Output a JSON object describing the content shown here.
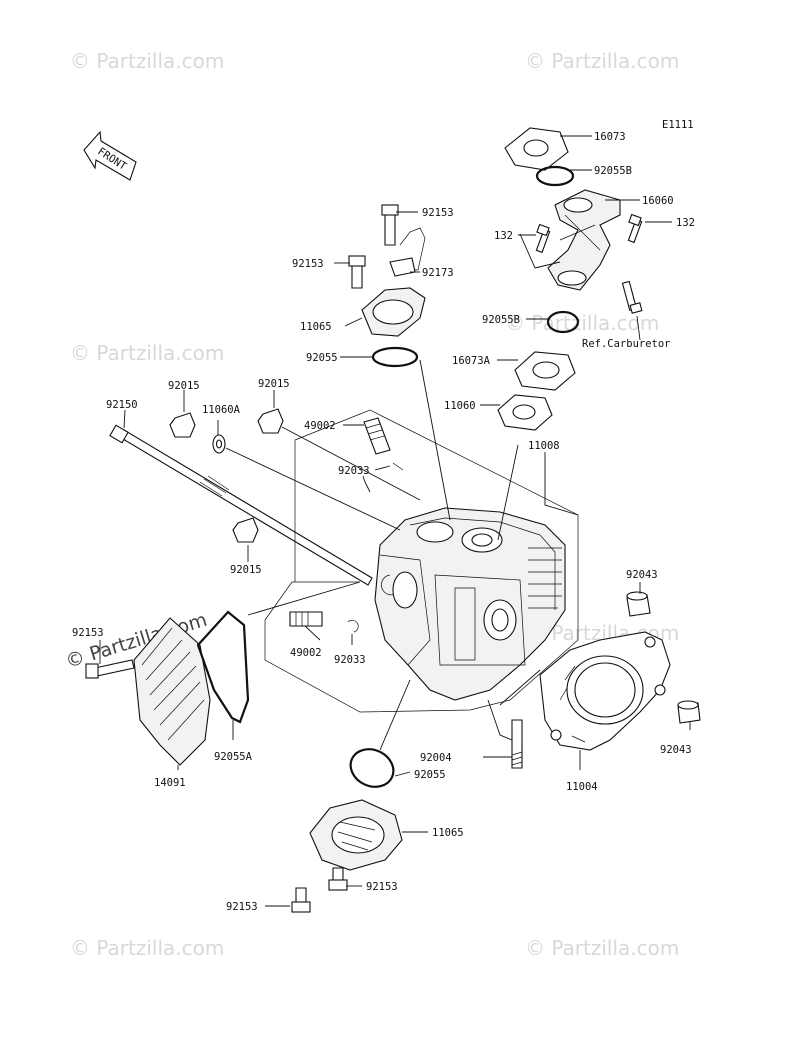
{
  "diagram_code": "E1111",
  "front_label": "FRONT",
  "reference_note": "Ref.Carburetor",
  "watermark_text": "© Partzilla.com",
  "part_labels": {
    "p16073": "16073",
    "p92055b_top": "92055B",
    "p16060": "16060",
    "p132_left": "132",
    "p132_right": "132",
    "p92153_a": "92153",
    "p92153_b": "92153",
    "p92173": "92173",
    "p11065_top": "11065",
    "p92055b_mid": "92055B",
    "p92055_top": "92055",
    "p16073a": "16073A",
    "p92015_a": "92015",
    "p92015_b": "92015",
    "p92150": "92150",
    "p11060a": "11060A",
    "p49002_top": "49002",
    "p11060": "11060",
    "p92033_top": "92033",
    "p11008": "11008",
    "p92015_c": "92015",
    "p92043_top": "92043",
    "p92153_c": "92153",
    "p49002_bot": "49002",
    "p92033_bot": "92033",
    "p92055a": "92055A",
    "p14091": "14091",
    "p92004": "92004",
    "p92043_bot": "92043",
    "p11004": "11004",
    "p92055_bot": "92055",
    "p11065_bot": "11065",
    "p92153_d": "92153",
    "p92153_e": "92153"
  }
}
